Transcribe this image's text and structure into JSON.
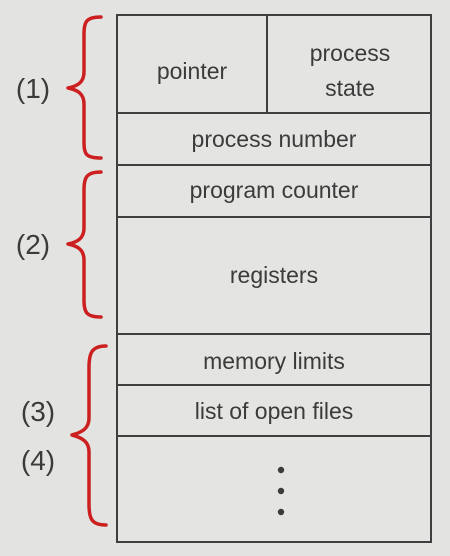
{
  "pcb": {
    "pointer": "pointer",
    "process_state_line1": "process",
    "process_state_line2": "state",
    "process_number": "process number",
    "program_counter": "program counter",
    "registers": "registers",
    "memory_limits": "memory limits",
    "list_of_open_files": "list of open files",
    "ellipsis": "⋮"
  },
  "groups": {
    "g1": "(1)",
    "g2": "(2)",
    "g3": "(3)",
    "g4": "(4)"
  },
  "colors": {
    "brace": "#cc1f1f",
    "cell_fill": "#e4e4e2",
    "cell_border": "#3f3f3f",
    "text": "#3b3b3b",
    "background": "#e3e3e1"
  }
}
